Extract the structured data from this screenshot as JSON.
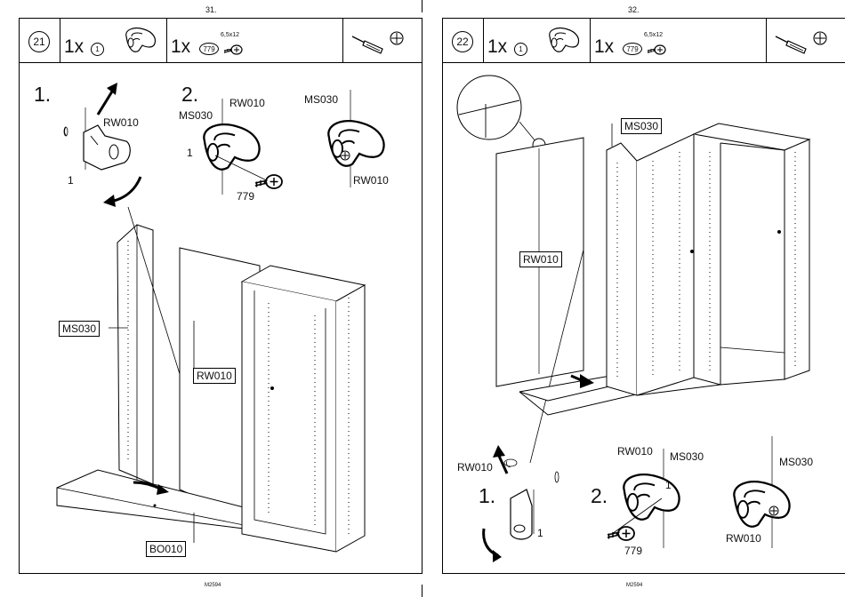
{
  "pages": [
    {
      "page_number": "31.",
      "step": "21",
      "parts": [
        {
          "quantity": "1x",
          "code": "1",
          "icon": "cam-lock-fitting-icon"
        },
        {
          "quantity": "1x",
          "code": "779",
          "size": "6,5x12",
          "icon": "screw-icon"
        }
      ],
      "tools": [
        "screwdriver-icon",
        "phillips-head-icon"
      ],
      "sub_steps": [
        "1.",
        "2."
      ],
      "labels": {
        "detail1_rw": "RW010",
        "detail1_part": "1",
        "detail2_rw": "RW010",
        "detail2_ms": "MS030",
        "detail2_part": "1",
        "detail2_screw": "779",
        "detail3_ms": "MS030",
        "detail3_rw": "RW010",
        "box_ms": "MS030",
        "box_rw": "RW010",
        "box_bo": "BO010"
      },
      "footer": "M2594"
    },
    {
      "page_number": "32.",
      "step": "22",
      "parts": [
        {
          "quantity": "1x",
          "code": "1",
          "icon": "cam-lock-fitting-icon"
        },
        {
          "quantity": "1x",
          "code": "779",
          "size": "6,5x12",
          "icon": "screw-icon"
        }
      ],
      "tools": [
        "screwdriver-icon",
        "phillips-head-icon"
      ],
      "sub_steps": [
        "1.",
        "2."
      ],
      "labels": {
        "box_ms": "MS030",
        "box_rw": "RW010",
        "detail1_rw": "RW010",
        "detail1_part": "1",
        "detail2_rw": "RW010",
        "detail2_ms": "MS030",
        "detail2_part": "1",
        "detail2_screw": "779",
        "detail3_ms": "MS030",
        "detail3_rw": "RW010"
      },
      "footer": "M2594"
    }
  ]
}
